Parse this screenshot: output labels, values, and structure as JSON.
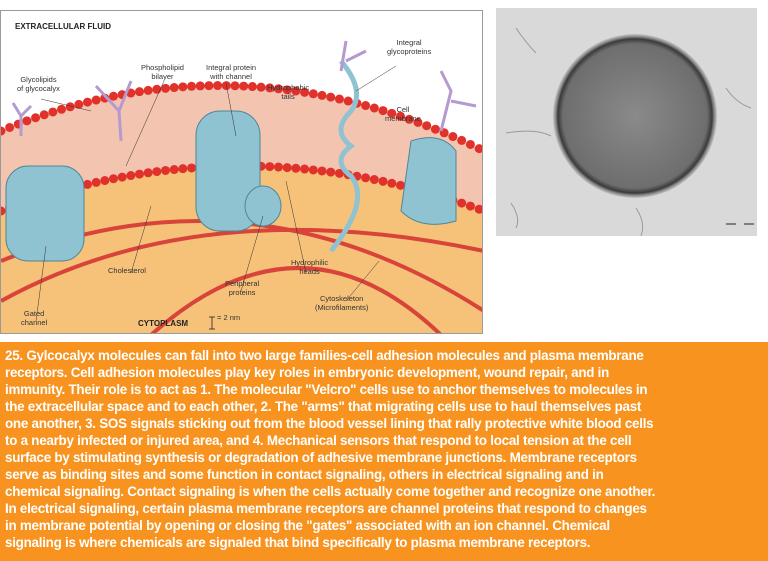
{
  "diagram": {
    "labels": {
      "extracellular_fluid": "EXTRACELLULAR FLUID",
      "phospholipid_bilayer": [
        "Phospholipid",
        "bilayer"
      ],
      "integral_protein": [
        "Integral protein",
        "with channel"
      ],
      "glycolipids": [
        "Glycolipids",
        "of glycocalyx"
      ],
      "hydrophobic_tails": [
        "Hydrophobic",
        "tails"
      ],
      "integral_glycoproteins": [
        "Integral",
        "glycoproteins"
      ],
      "cell_membrane": [
        "Cell",
        "membrane"
      ],
      "cholesterol": "Cholesterol",
      "hydrophilic_heads": [
        "Hydrophilic",
        "heads"
      ],
      "peripheral_proteins": [
        "Peripheral",
        "proteins"
      ],
      "cytoskeleton": [
        "Cytoskeleton",
        "(Microfilaments)"
      ],
      "gated_channel": [
        "Gated",
        "channel"
      ],
      "cytoplasm": "CYTOPLASM",
      "scale": "= 2 nm"
    },
    "colors": {
      "heads": "#e0312a",
      "tails_bg": "#f3c4b0",
      "protein": "#8fc3d1",
      "cytoplasm": "#f6c27a",
      "glyco": "#c49fd6",
      "filament": "#d8443a"
    }
  },
  "slide_text": {
    "accent": "#f7931e",
    "lines": [
      "25. Gylcocalyx molecules can fall into two large families-cell adhesion molecules and plasma membrane",
      "receptors.  Cell adhesion molecules play key roles in embryonic development, wound repair, and in",
      "immunity. Their role is to act as 1. The molecular \"Velcro\" cells use to anchor themselves to molecules in",
      "the extracellular space and to each other, 2. The \"arms\" that migrating cells use to haul themselves past",
      "one another, 3. SOS signals sticking out from the blood vessel lining that rally protective white blood cells",
      "to a nearby infected or injured area, and 4. Mechanical sensors that respond to local tension at the cell",
      "surface by stimulating synthesis or degradation of adhesive membrane junctions. Membrane receptors",
      "serve as binding sites and some function in contact signaling, others in electrical signaling and in",
      "chemical signaling. Contact signaling is when the cells actually come together and recognize one another.",
      "In electrical signaling, certain plasma membrane receptors are channel proteins that respond to changes",
      "in membrane potential by opening or closing the \"gates\" associated with an ion channel. Chemical",
      "signaling is where chemicals are signaled that bind specifically to plasma membrane receptors."
    ]
  }
}
